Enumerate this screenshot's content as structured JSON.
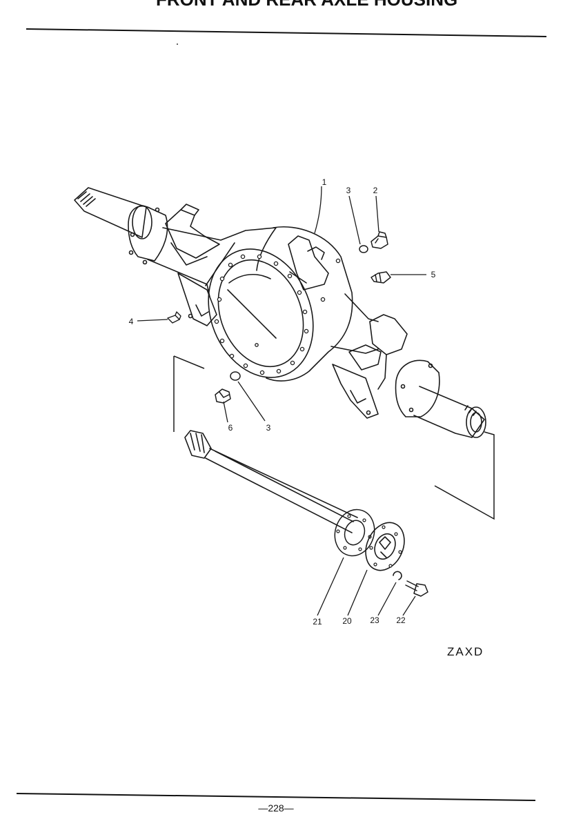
{
  "header": {
    "title": "FRONT AND REAR AXLE HOUSING"
  },
  "callouts": [
    {
      "label": "1"
    },
    {
      "label": "3"
    },
    {
      "label": "2"
    },
    {
      "label": "5"
    },
    {
      "label": "4"
    },
    {
      "label": "6"
    },
    {
      "label": "3"
    },
    {
      "label": "21"
    },
    {
      "label": "20"
    },
    {
      "label": "23"
    },
    {
      "label": "22"
    }
  ],
  "figure_code": "ZAXD",
  "footer": {
    "page_number": "—228—"
  }
}
